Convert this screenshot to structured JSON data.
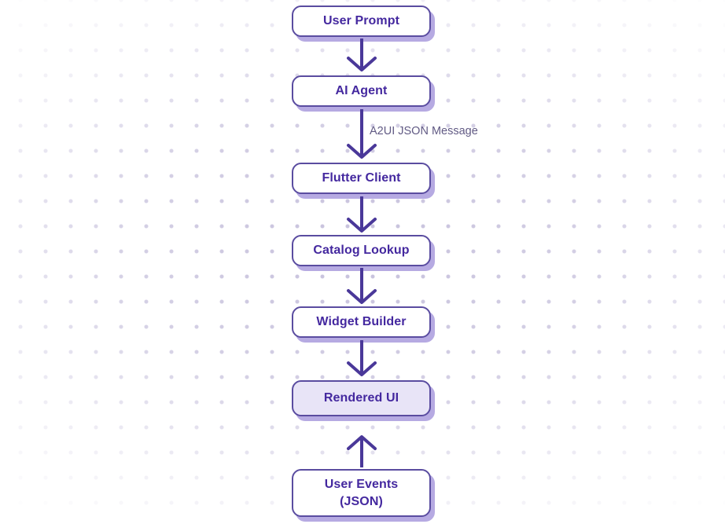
{
  "diagram": {
    "title": "A2UI flow diagram",
    "nodes": [
      {
        "id": "user-prompt",
        "label": "User Prompt"
      },
      {
        "id": "ai-agent",
        "label": "AI Agent"
      },
      {
        "id": "flutter-client",
        "label": "Flutter Client"
      },
      {
        "id": "catalog-lookup",
        "label": "Catalog Lookup"
      },
      {
        "id": "widget-builder",
        "label": "Widget Builder"
      },
      {
        "id": "rendered-ui",
        "label": "Rendered UI",
        "highlighted": true
      },
      {
        "id": "user-events",
        "label": "User Events (JSON)",
        "line1": "User Events",
        "line2": "(JSON)"
      }
    ],
    "edges": [
      {
        "from": "user-prompt",
        "to": "ai-agent",
        "direction": "down",
        "label": ""
      },
      {
        "from": "ai-agent",
        "to": "flutter-client",
        "direction": "down",
        "label": "A2UI JSON Message"
      },
      {
        "from": "flutter-client",
        "to": "catalog-lookup",
        "direction": "down",
        "label": ""
      },
      {
        "from": "catalog-lookup",
        "to": "widget-builder",
        "direction": "down",
        "label": ""
      },
      {
        "from": "widget-builder",
        "to": "rendered-ui",
        "direction": "down",
        "label": ""
      },
      {
        "from": "user-events",
        "to": "rendered-ui",
        "direction": "up",
        "label": ""
      }
    ]
  },
  "colors": {
    "node_text": "#44289f",
    "node_border": "#5a4ca0",
    "node_fill": "#ffffff",
    "node_shadow": "#b6aae2",
    "highlight_fill": "#e8e4f7",
    "arrow": "#4a3899",
    "edge_label_text": "#615a84",
    "dot": "#c6c0dc",
    "background": "#ffffff"
  }
}
